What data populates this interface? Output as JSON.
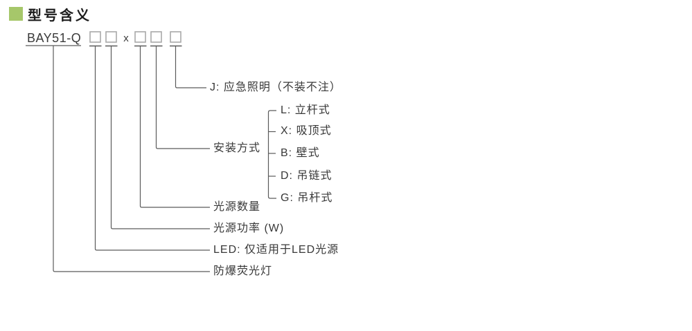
{
  "page": {
    "background": "#ffffff",
    "accent_green": "#a6c76a",
    "line_color": "#5a5a5a",
    "box_border_color": "#a8a8a8"
  },
  "header": {
    "title": "型号含义"
  },
  "model": {
    "prefix": "BAY51-Q",
    "separator": "x",
    "digit_box_count": 5
  },
  "diagram": {
    "emergency_label": "J: 应急照明（不装不注）",
    "mounting_label": "安装方式",
    "mounting_options": [
      {
        "code": "L",
        "label": "L: 立杆式"
      },
      {
        "code": "X",
        "label": "X: 吸顶式"
      },
      {
        "code": "B",
        "label": "B: 壁式"
      },
      {
        "code": "D",
        "label": "D: 吊链式"
      },
      {
        "code": "G",
        "label": "G: 吊杆式"
      }
    ],
    "source_count_label": "光源数量",
    "source_power_label": "光源功率 (W)",
    "led_label": "LED: 仅适用于LED光源",
    "lamp_label": "防爆荧光灯"
  }
}
